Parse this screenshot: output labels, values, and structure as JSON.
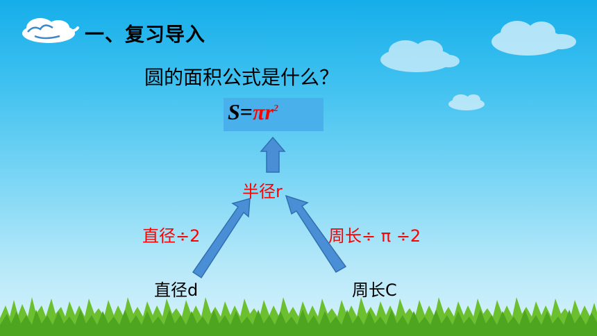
{
  "slide": {
    "section_title": "一、复习导入",
    "question": "圆的面积公式是什么？",
    "formula": {
      "s": "S",
      "equals": "=",
      "pi_r": "πr",
      "exponent": "2"
    },
    "radius_label": "半径r",
    "diameter_relation": "直径÷2",
    "circumference_relation": "周长÷ π ÷2",
    "diameter_source": "直径d",
    "circumference_source": "周长C"
  },
  "colors": {
    "sky_top": "#15aeea",
    "formula_box": "#4ab0ec",
    "arrow": "#4a8fd6",
    "emphasis_red": "#ff0000",
    "grass": "#6cbf2e"
  },
  "icons": [
    "cloud-icon",
    "cloud-icon",
    "cloud-icon",
    "cloud-icon",
    "up-arrow",
    "diagonal-arrow",
    "diagonal-arrow"
  ]
}
